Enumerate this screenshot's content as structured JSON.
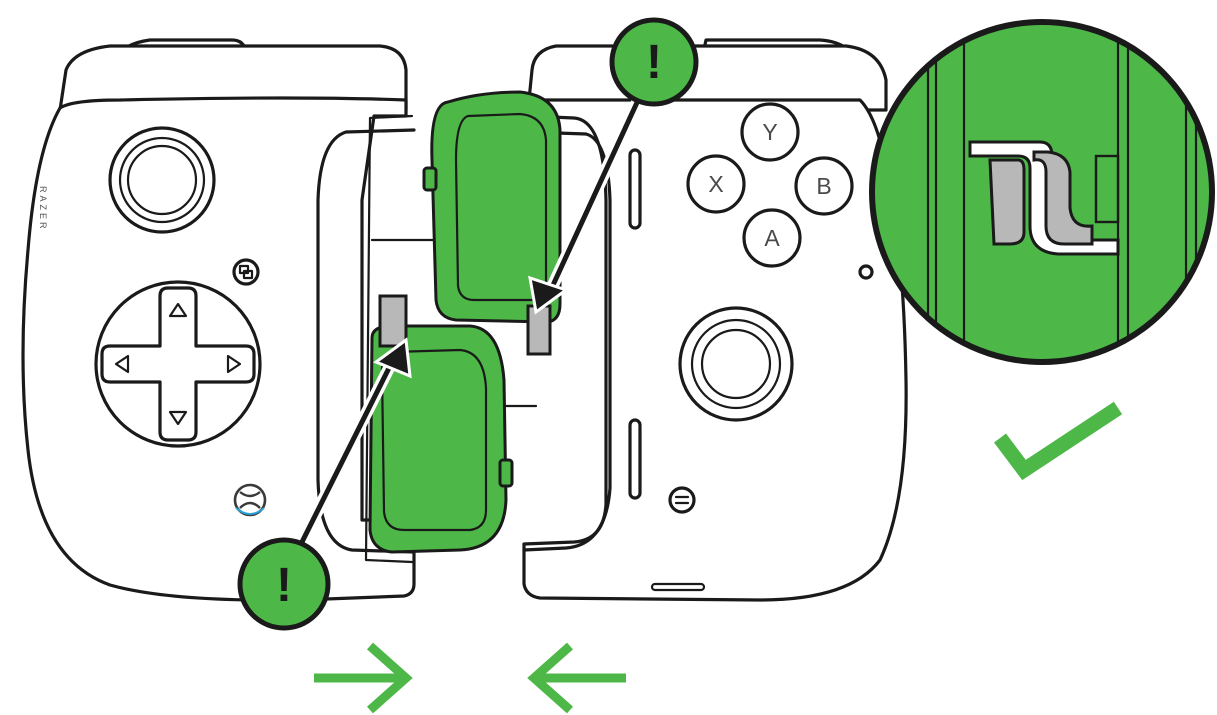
{
  "brand_text": "RAZER",
  "face_buttons": {
    "y": "Y",
    "x": "X",
    "b": "B",
    "a": "A"
  },
  "warning_callouts": [
    {
      "symbol": "!"
    },
    {
      "symbol": "!"
    }
  ],
  "colors": {
    "accent_green": "#4db848",
    "outline": "#1a1a1a",
    "connector_gray": "#b8b8b8"
  },
  "icons": [
    "left-arrow-push-icon",
    "right-arrow-push-icon",
    "checkmark-icon",
    "xbox-logo-icon",
    "dpad-icon",
    "share-icon",
    "menu-icon"
  ]
}
